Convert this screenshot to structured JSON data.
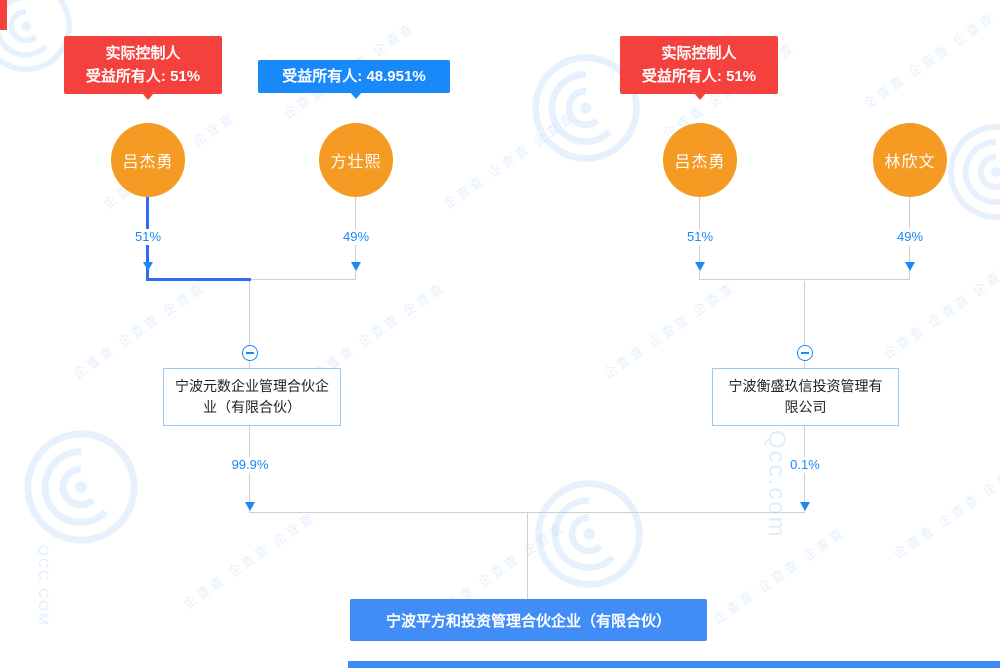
{
  "colors": {
    "controller_red": "#f5413d",
    "accent_blue": "#1989fa",
    "person_orange": "#f59a23",
    "highlight_line_blue": "#2e6cf6",
    "line_gray": "#cfcfcf",
    "target_node_blue": "#418df7"
  },
  "watermark": {
    "brand_repeat": "企查查 企查查 企查查",
    "domain": "Qcc.com",
    "domain_upper": "QCC.COM"
  },
  "left_group": {
    "controller_badge": {
      "line1": "实际控制人",
      "line2": "受益所有人: 51%"
    },
    "beneficiary_badge": {
      "line1": "受益所有人: 48.951%"
    },
    "shareholders": [
      {
        "name": "吕杰勇",
        "percent": "51%"
      },
      {
        "name": "方壮熙",
        "percent": "49%"
      }
    ],
    "company": {
      "name": "宁波元数企业管理合伙企业（有限合伙）",
      "percent_to_target": "99.9%"
    }
  },
  "right_group": {
    "controller_badge": {
      "line1": "实际控制人",
      "line2": "受益所有人: 51%"
    },
    "shareholders": [
      {
        "name": "吕杰勇",
        "percent": "51%"
      },
      {
        "name": "林欣文",
        "percent": "49%"
      }
    ],
    "company": {
      "name": "宁波衡盛玖信投资管理有限公司",
      "percent_to_target": "0.1%"
    }
  },
  "target_company": {
    "name": "宁波平方和投资管理合伙企业（有限合伙）"
  }
}
